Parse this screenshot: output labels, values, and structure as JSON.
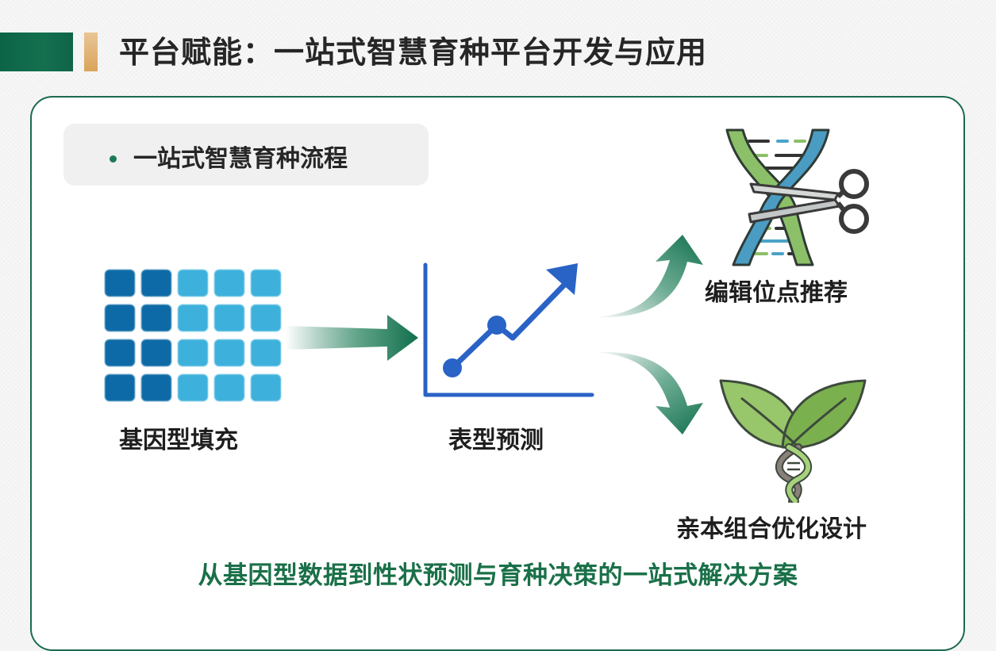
{
  "header": {
    "title": "平台赋能：一站式智慧育种平台开发与应用",
    "accent_green": "#0f6a4a",
    "accent_gold": "#d9a45a"
  },
  "section": {
    "label": "一站式智慧育种流程"
  },
  "flow": {
    "steps": [
      {
        "label": "基因型填充",
        "icon": "genotype-matrix-icon"
      },
      {
        "label": "表型预测",
        "icon": "trend-chart-icon"
      },
      {
        "label": "编辑位点推荐",
        "icon": "dna-scissors-icon"
      },
      {
        "label": "亲本组合优化设计",
        "icon": "sprout-dna-icon"
      }
    ],
    "arrows": [
      {
        "from": "基因型填充",
        "to": "表型预测"
      },
      {
        "from": "表型预测",
        "to": "编辑位点推荐"
      },
      {
        "from": "表型预测",
        "to": "亲本组合优化设计"
      }
    ]
  },
  "footer": {
    "tagline": "从基因型数据到性状预测与育种决策的一站式解决方案",
    "tagline_color": "#1a7048"
  },
  "colors": {
    "matrix_dark": "#0b6aa6",
    "matrix_light": "#3cb1dc",
    "chart_blue": "#2a63c6",
    "arrow_green": "#0f6e4b",
    "border_green": "#1c6a4f"
  }
}
